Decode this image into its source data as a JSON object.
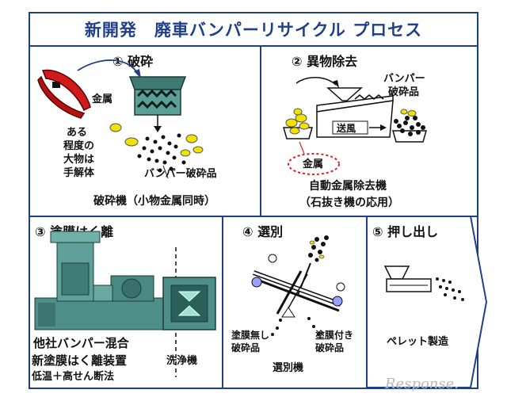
{
  "title": "新開発　廃車バンパーリサイクル プロセス",
  "panels": {
    "p1": {
      "title": "① 破砕",
      "metal": "金属",
      "note_lines": [
        "ある",
        "程度の",
        "大物は",
        "手解体"
      ],
      "fragments": "バンパー破砕品",
      "machine": "破砕機（小物金属同時）"
    },
    "p2": {
      "title": "② 異物除去",
      "bumper_lines": [
        "バンパー",
        "破砕品"
      ],
      "air": "送風",
      "metal": "金属",
      "machine_line1": "自動金属除去機",
      "machine_line2": "（石抜き機の応用）"
    },
    "p3": {
      "title": "③ 塗膜はく離",
      "other": "他社バンパー混合",
      "device": "新塗膜はく離装置",
      "spec": "低温＋高せん断法",
      "washer": "洗浄機"
    },
    "p4": {
      "title": "④ 選別",
      "no_paint_lines": [
        "塗膜無し",
        "破砕品"
      ],
      "with_paint_lines": [
        "塗膜付き",
        "破砕品"
      ],
      "machine": "選別機"
    },
    "p5": {
      "title": "⑤ 押し出し",
      "pellet": "ペレット製造"
    }
  },
  "watermark": "Response.",
  "colors": {
    "border": "#1f3f86",
    "blue_text": "#1f50b8",
    "yellow": "#f2e200",
    "green_machine": "#4f8f8a",
    "red_dotted": "#e02020"
  }
}
